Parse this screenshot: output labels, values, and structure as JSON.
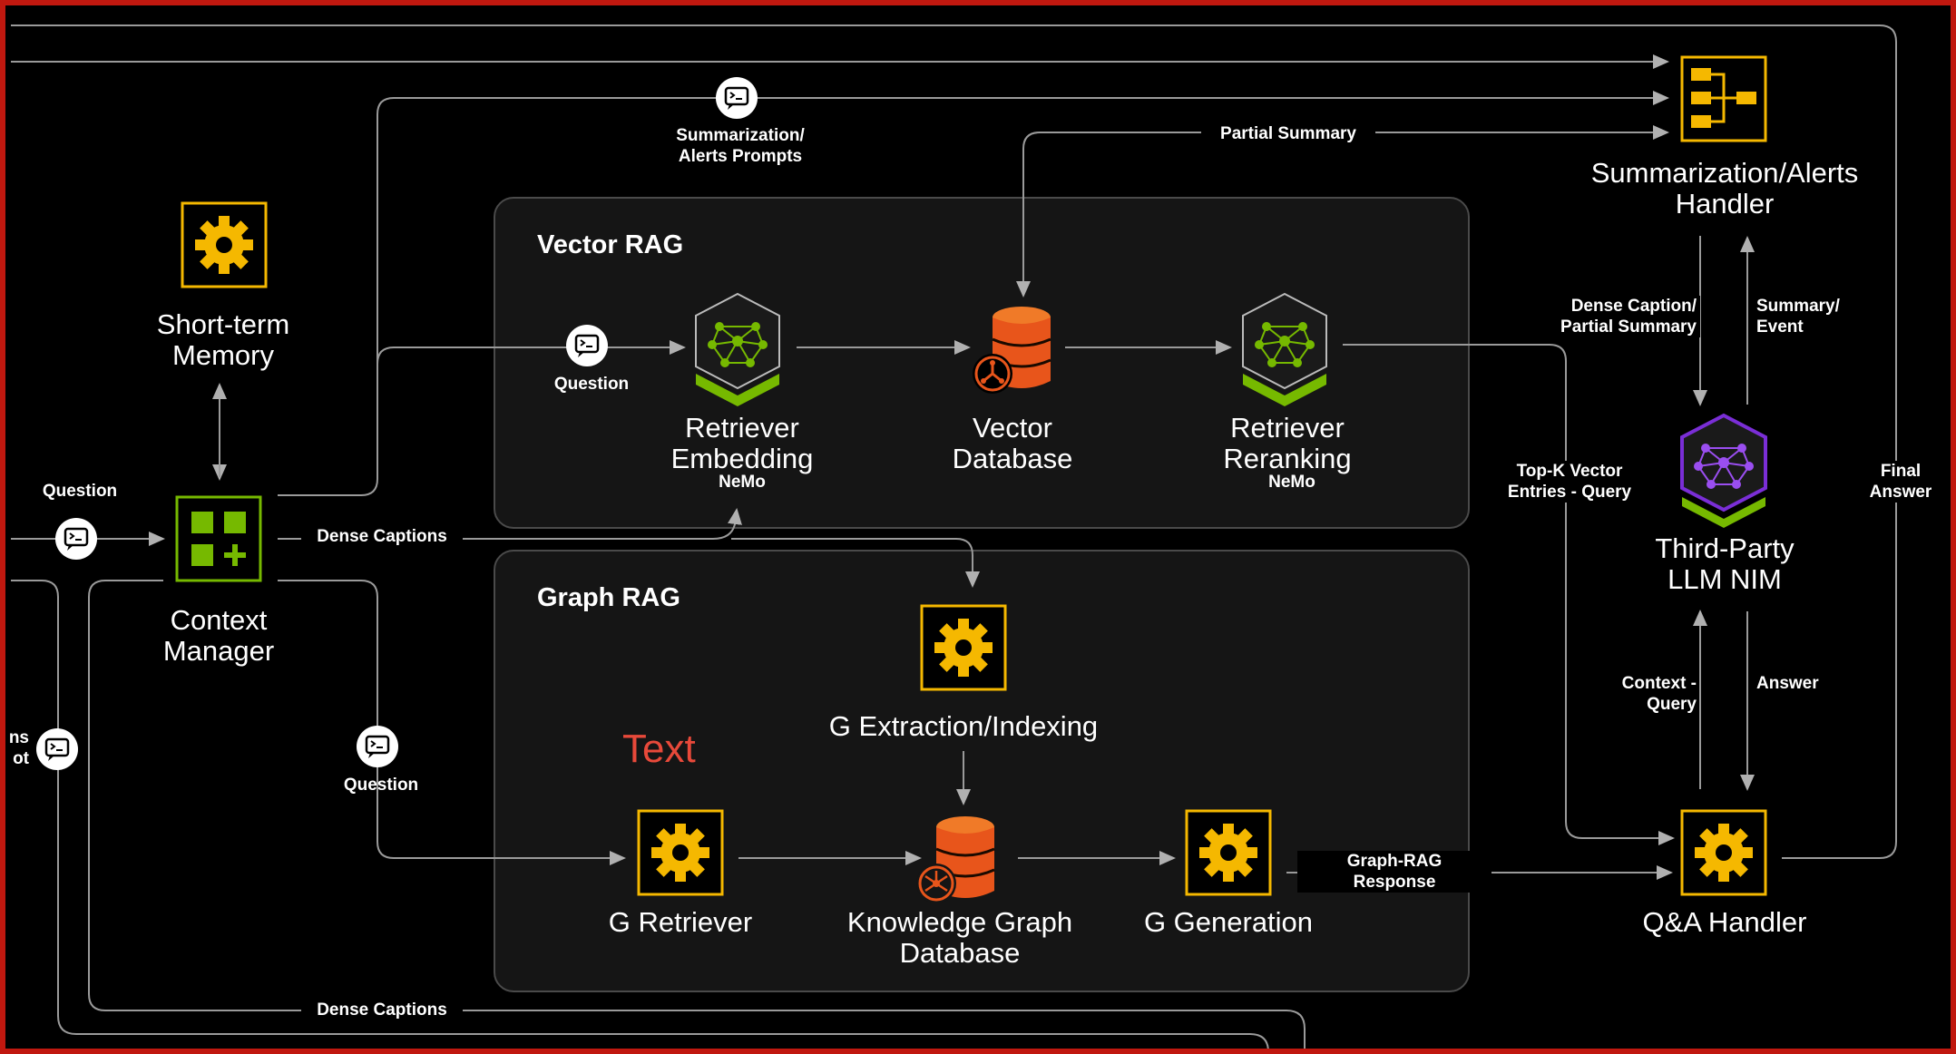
{
  "groups": {
    "vector_rag": "Vector RAG",
    "graph_rag": "Graph RAG"
  },
  "nodes": {
    "short_term_memory": "Short-term\nMemory",
    "context_manager": "Context\nManager",
    "retriever_embedding": "Retriever\nEmbedding",
    "retriever_embedding_sub": "NeMo",
    "vector_database": "Vector\nDatabase",
    "retriever_reranking": "Retriever\nReranking",
    "retriever_reranking_sub": "NeMo",
    "summarization_handler": "Summarization/Alerts\nHandler",
    "third_party_llm": "Third-Party\nLLM NIM",
    "g_extraction": "G Extraction/Indexing",
    "g_retriever": "G Retriever",
    "knowledge_graph_db": "Knowledge Graph\nDatabase",
    "g_generation": "G Generation",
    "qa_handler": "Q&A Handler"
  },
  "edge_labels": {
    "summarization_prompts": "Summarization/\nAlerts Prompts",
    "partial_summary": "Partial Summary",
    "question_vector": "Question",
    "question_left": "Question",
    "dense_captions_top": "Dense Captions",
    "question_graph": "Question",
    "dense_captions_bottom": "Dense Captions",
    "dense_caption_partial": "Dense Caption/\nPartial Summary",
    "summary_event": "Summary/\nEvent",
    "topk_vector": "Top-K Vector\nEntries - Query",
    "final_answer": "Final\nAnswer",
    "context_query": "Context -\nQuery",
    "answer": "Answer",
    "graph_rag_response": "Graph-RAG\nResponse",
    "cropped_left": "ns\not"
  },
  "overlay_text": "Text",
  "icons": {
    "gear": "gear-icon",
    "chat": "chat-bubble-icon",
    "database": "database-icon",
    "nemo_cube": "neural-network-cube-icon",
    "llm_cube": "llm-cube-icon",
    "hierarchy": "hierarchy-icon",
    "grid_plus": "grid-plus-icon"
  },
  "colors": {
    "background": "#000000",
    "border": "#c0180f",
    "panel": "#151515",
    "wire": "#a8a8a8",
    "gear_yellow": "#f5b800",
    "db_orange": "#e8551b",
    "nvidia_green": "#76b900",
    "purple": "#7a2ed6",
    "text_red": "#e8493a"
  }
}
